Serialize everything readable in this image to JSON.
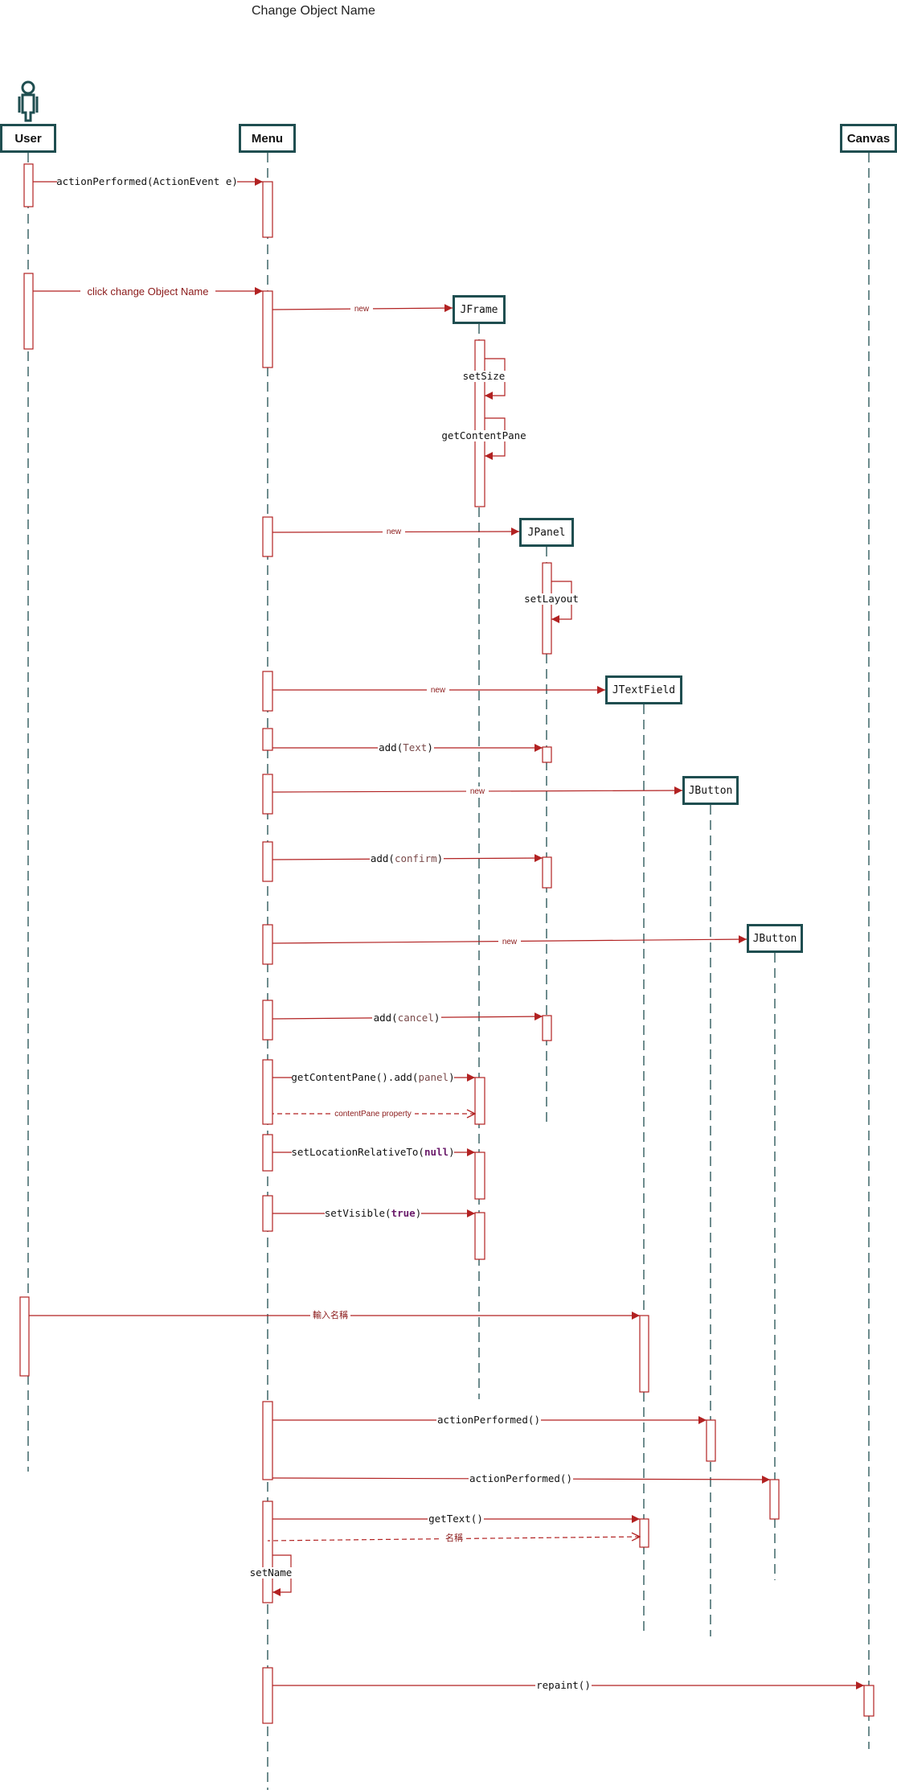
{
  "title": "Change Object Name",
  "participants": {
    "user": "User",
    "menu": "Menu",
    "canvas": "Canvas",
    "jframe": "JFrame",
    "jpanel": "JPanel",
    "jtextfield": "JTextField",
    "jbutton1": "JButton",
    "jbutton2": "JButton"
  },
  "messages": {
    "m1": "actionPerformed(ActionEvent e)",
    "m2": "click change Object Name",
    "m3": "new",
    "m4": "setSize",
    "m5": "getContentPane",
    "m6": "new",
    "m7": "setLayout",
    "m8": "new",
    "m9_pre": "add(",
    "m9_arg": "Text",
    "m9_post": ")",
    "m10": "new",
    "m11_pre": "add(",
    "m11_arg": "confirm",
    "m11_post": ")",
    "m12": "new",
    "m13_pre": "add(",
    "m13_arg": "cancel",
    "m13_post": ")",
    "m14_pre": "getContentPane().add(",
    "m14_arg": "panel",
    "m14_post": ")",
    "m15": "contentPane property",
    "m16_pre": "setLocationRelativeTo(",
    "m16_arg": "null",
    "m16_post": ")",
    "m17_pre": "setVisible(",
    "m17_arg": "true",
    "m17_post": ")",
    "m18": "輸入名稱",
    "m19": "actionPerformed()",
    "m20": "actionPerformed()",
    "m21": "getText()",
    "m22": "名稱",
    "m23": "setName",
    "m24": "repaint()"
  },
  "colors": {
    "arrow": "#b22222",
    "box_border": "#1f4e50",
    "lifeline": "#1f4e50"
  },
  "icons": {
    "actor": "stick-figure-icon"
  }
}
